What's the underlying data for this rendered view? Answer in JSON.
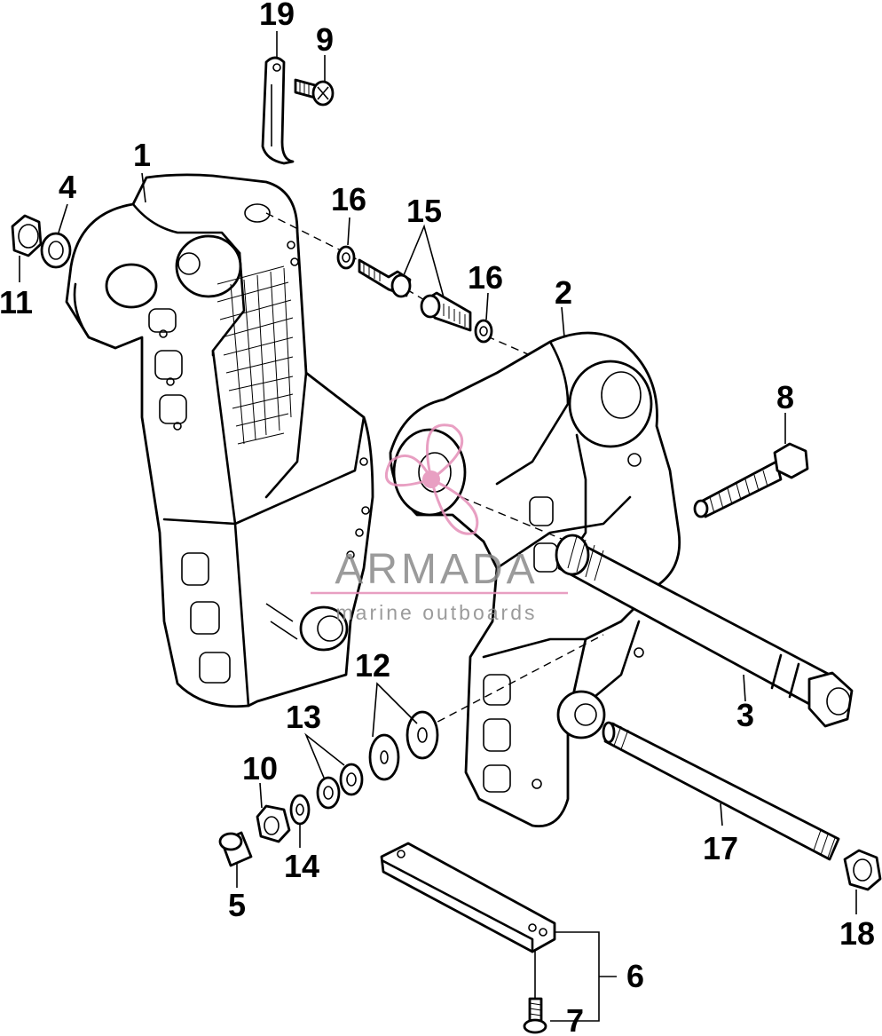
{
  "diagram": {
    "callouts": [
      {
        "id": "1",
        "label": "1"
      },
      {
        "id": "2",
        "label": "2"
      },
      {
        "id": "3",
        "label": "3"
      },
      {
        "id": "4",
        "label": "4"
      },
      {
        "id": "5",
        "label": "5"
      },
      {
        "id": "6",
        "label": "6"
      },
      {
        "id": "7",
        "label": "7"
      },
      {
        "id": "8",
        "label": "8"
      },
      {
        "id": "9",
        "label": "9"
      },
      {
        "id": "10",
        "label": "10"
      },
      {
        "id": "11",
        "label": "11"
      },
      {
        "id": "12",
        "label": "12"
      },
      {
        "id": "13",
        "label": "13"
      },
      {
        "id": "14",
        "label": "14"
      },
      {
        "id": "15",
        "label": "15"
      },
      {
        "id": "16a",
        "label": "16"
      },
      {
        "id": "16b",
        "label": "16"
      },
      {
        "id": "17",
        "label": "17"
      },
      {
        "id": "18",
        "label": "18"
      },
      {
        "id": "19",
        "label": "19"
      }
    ]
  },
  "watermark": {
    "brand": "ARMADA",
    "tagline": "marine outboards",
    "logo_color": "#e58fb8",
    "text_color": "#8a8a8a"
  },
  "colors": {
    "line": "#000000",
    "background": "#ffffff"
  }
}
